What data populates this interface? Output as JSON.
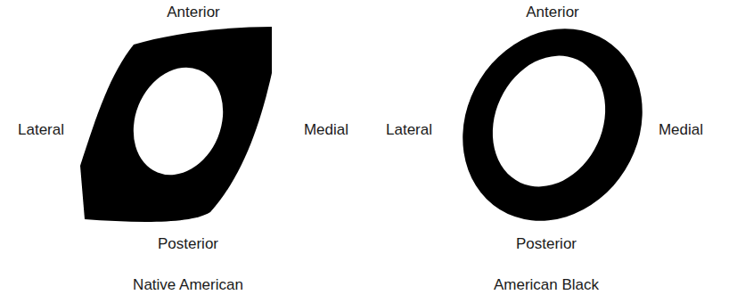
{
  "diagram": {
    "labels": [
      "Anterior",
      "Lateral",
      "Medial",
      "Posterior",
      "Native American",
      "Anterior",
      "Lateral",
      "Medial",
      "Posterior",
      "American Black"
    ]
  }
}
